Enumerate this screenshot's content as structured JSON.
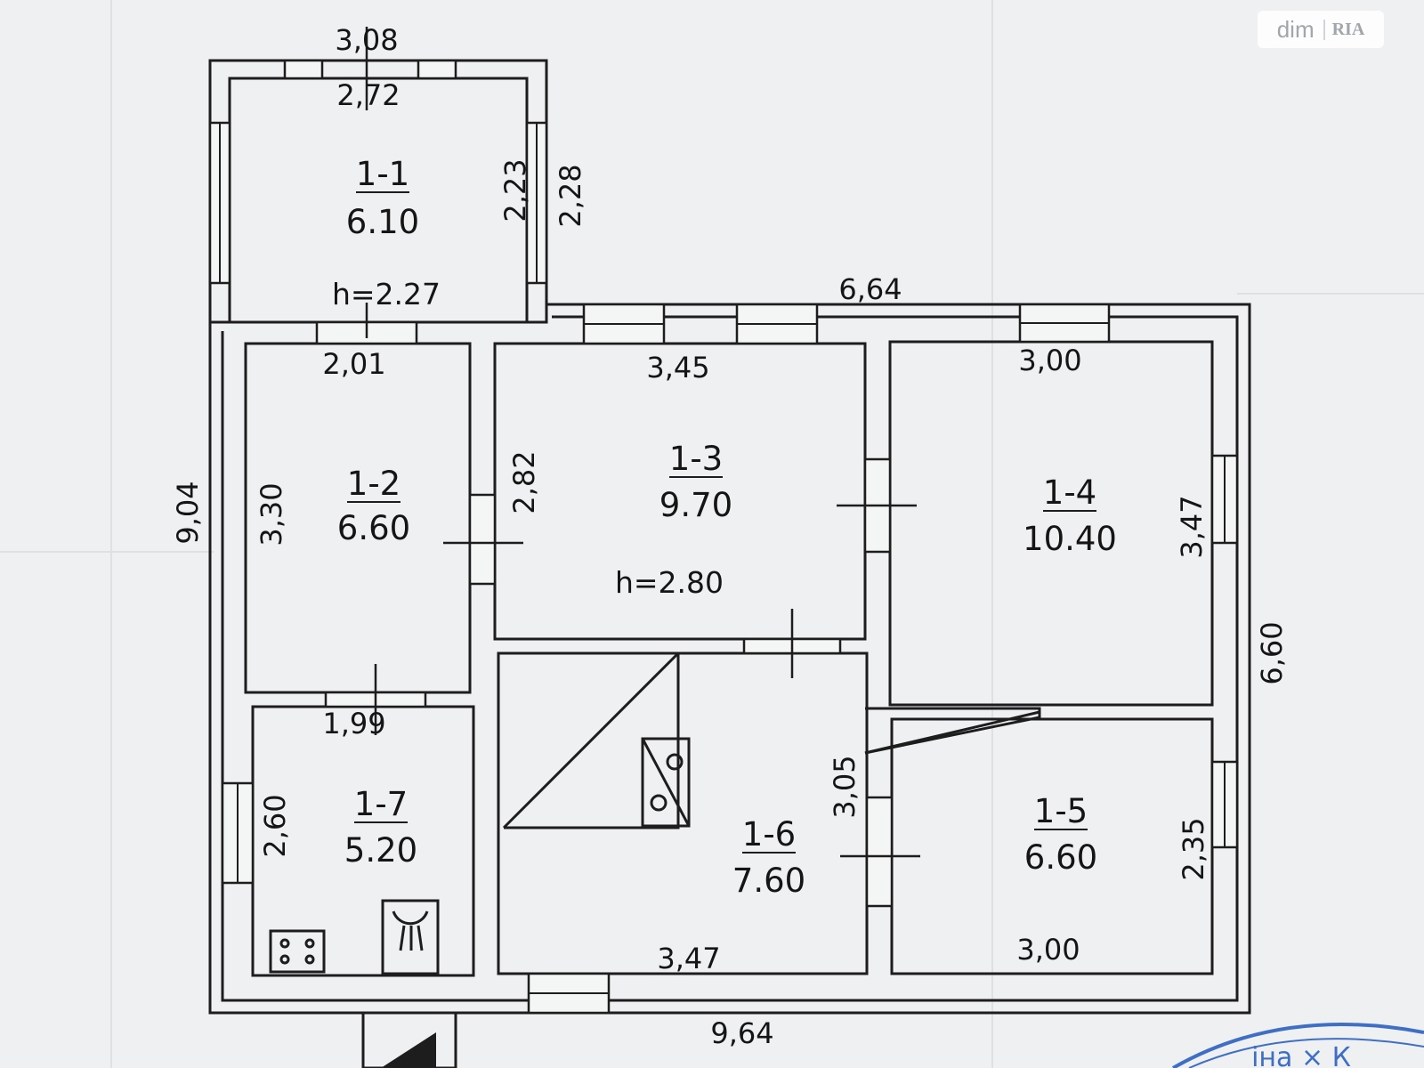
{
  "watermark": {
    "brand": "dim",
    "sub": "RIA"
  },
  "stamp": {
    "text": "іна × К"
  },
  "heights": {
    "veranda": "h=2.27",
    "main": "h=2.80"
  },
  "rooms": [
    {
      "id": "1-1",
      "area": "6.10"
    },
    {
      "id": "1-2",
      "area": "6.60"
    },
    {
      "id": "1-3",
      "area": "9.70"
    },
    {
      "id": "1-4",
      "area": "10.40"
    },
    {
      "id": "1-5",
      "area": "6.60"
    },
    {
      "id": "1-6",
      "area": "7.60"
    },
    {
      "id": "1-7",
      "area": "5.20"
    }
  ],
  "dimensions": {
    "veranda_outer_width": "3,08",
    "veranda_inner_width": "2,72",
    "veranda_inner_height": "2,23",
    "veranda_outer_height": "2,28",
    "top_right_length": "6,64",
    "room12_width": "2,01",
    "room13_width": "3,45",
    "room14_width": "3,00",
    "left_total": "9,04",
    "room12_height": "3,30",
    "room13_height": "2,82",
    "room14_height": "3,47",
    "right_total": "6,60",
    "room17_width": "1,99",
    "room16_height": "3,05",
    "room17_height": "2,60",
    "room15_height": "2,35",
    "room16_width": "3,47",
    "room15_width": "3,00",
    "bottom_total": "9,64"
  }
}
